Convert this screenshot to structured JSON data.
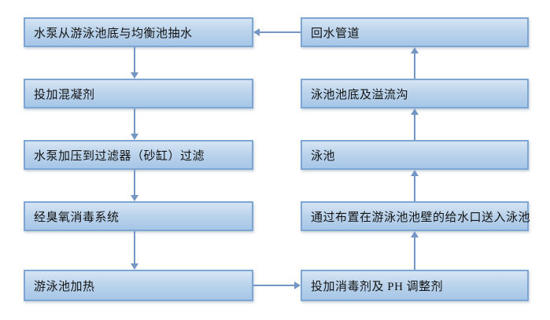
{
  "diagram": {
    "type": "flowchart",
    "subject": "游泳池水循环处理流程",
    "colors": {
      "box_fill_top": "#d6e5f4",
      "box_fill_bottom": "#a6c6e7",
      "box_border": "#7ea6d3",
      "arrow": "#7396c5",
      "text": "#141414",
      "background": "#ffffff"
    },
    "nodes": {
      "left": [
        {
          "label": "水泵从游泳池底与均衡池抽水"
        },
        {
          "label": "投加混凝剂"
        },
        {
          "label": "水泵加压到过滤器（砂缸）过滤"
        },
        {
          "label": "经臭氧消毒系统"
        },
        {
          "label": "游泳池加热"
        }
      ],
      "right": [
        {
          "label": "回水管道"
        },
        {
          "label": "泳池池底及溢流沟"
        },
        {
          "label": "泳池"
        },
        {
          "label": "通过布置在游泳池池壁的给水口送入泳池"
        },
        {
          "label": "投加消毒剂及 PH 调整剂"
        }
      ]
    },
    "edges": [
      {
        "from": "回水管道",
        "to": "水泵从游泳池底与均衡池抽水"
      },
      {
        "from": "水泵从游泳池底与均衡池抽水",
        "to": "投加混凝剂"
      },
      {
        "from": "投加混凝剂",
        "to": "水泵加压到过滤器（砂缸）过滤"
      },
      {
        "from": "水泵加压到过滤器（砂缸）过滤",
        "to": "经臭氧消毒系统"
      },
      {
        "from": "经臭氧消毒系统",
        "to": "游泳池加热"
      },
      {
        "from": "游泳池加热",
        "to": "投加消毒剂及 PH 调整剂"
      },
      {
        "from": "投加消毒剂及 PH 调整剂",
        "to": "通过布置在游泳池池壁的给水口送入泳池"
      },
      {
        "from": "通过布置在游泳池池壁的给水口送入泳池",
        "to": "泳池"
      },
      {
        "from": "泳池",
        "to": "泳池池底及溢流沟"
      },
      {
        "from": "泳池池底及溢流沟",
        "to": "回水管道"
      }
    ]
  }
}
